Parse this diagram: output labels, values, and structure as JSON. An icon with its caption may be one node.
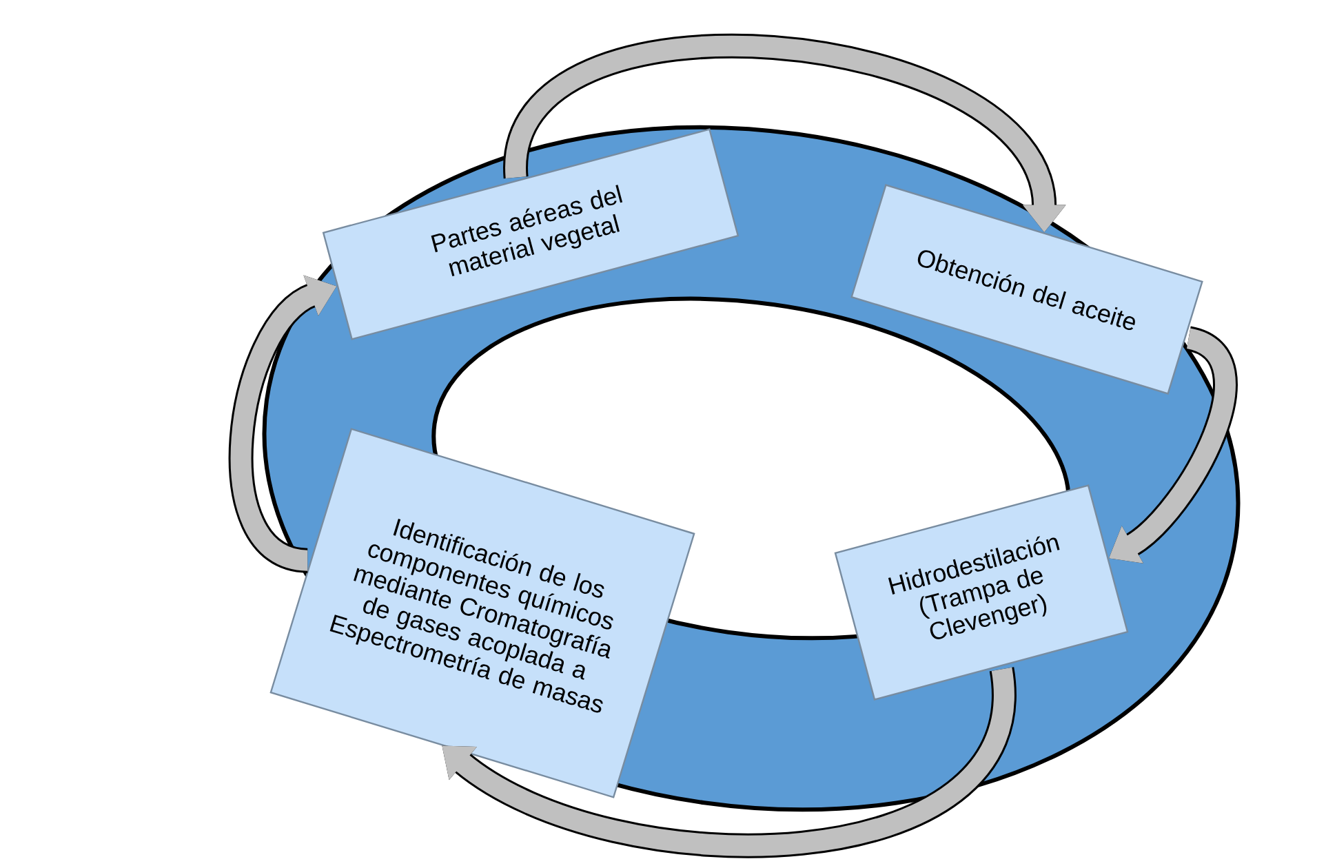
{
  "diagram": {
    "nodes": [
      {
        "text": [
          "Partes aéreas del material vegetal"
        ]
      },
      {
        "text": [
          "Obtención del aceite"
        ]
      },
      {
        "text": [
          "Hidrodestilación (Trampa de Clevenger)"
        ]
      },
      {
        "text": [
          "Identificación de los componentes químicos mediante Cromatografía de gases acoplada a Espectrometría de masas"
        ]
      }
    ],
    "edges": [
      {
        "from": 0,
        "to": 1,
        "arrow": "to"
      },
      {
        "from": 1,
        "to": 2,
        "arrow": "to"
      },
      {
        "from": 2,
        "to": 3,
        "arrow": "to"
      },
      {
        "from": 3,
        "to": 0,
        "arrow": "to"
      }
    ]
  }
}
